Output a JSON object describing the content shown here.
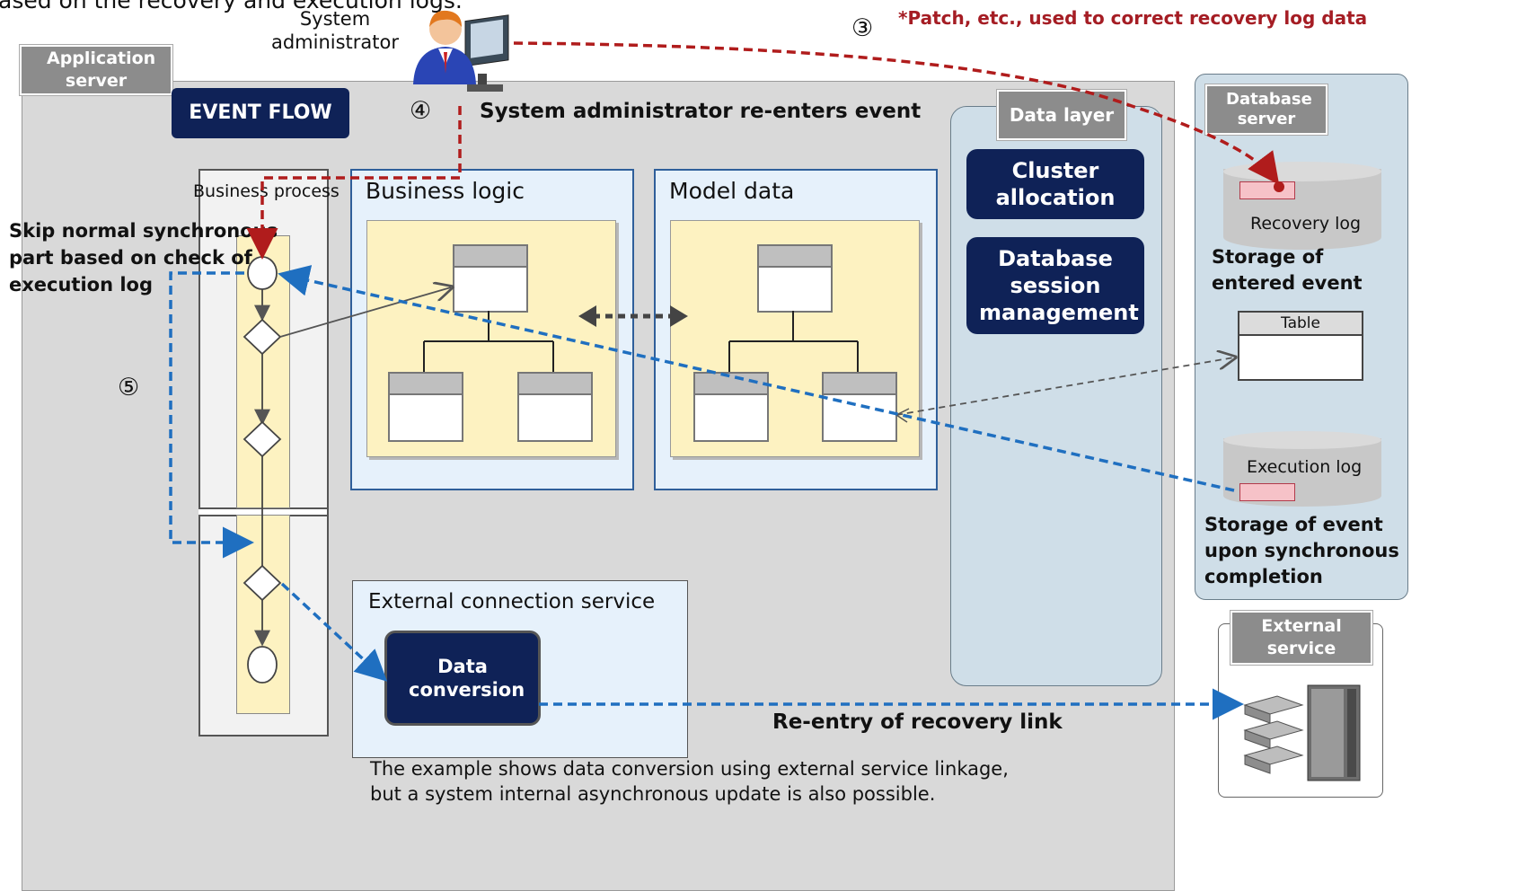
{
  "top_caption": "ased on the recovery and execution logs.",
  "application_server_label": "Application server",
  "event_flow_label": "EVENT FLOW",
  "system_admin_label": "System administrator",
  "step3_marker": "③",
  "step4_marker": "④",
  "step5_marker": "⑤",
  "patch_note": "*Patch, etc., used to correct recovery log data",
  "reenter_label": "System administrator re-enters event",
  "business_process_label": "Business process",
  "business_logic_label": "Business logic",
  "model_data_label": "Model data",
  "skip_label": "Skip normal synchronous part based on check of execution log",
  "data_layer_label": "Data layer",
  "cluster_allocation_label": "Cluster allocation",
  "db_session_label": "Database session management",
  "database_server_label": "Database server",
  "recovery_log_label": "Recovery log",
  "storage_entered_label": "Storage of entered event",
  "table_label": "Table",
  "execution_log_label": "Execution log",
  "storage_sync_label": "Storage of event upon synchronous completion",
  "external_connection_label": "External connection service",
  "data_conversion_label": "Data conversion",
  "reentry_link_label": "Re-entry of recovery link",
  "external_service_label": "External service",
  "footnote_line1": "The example shows data conversion using external service linkage,",
  "footnote_line2": "but a system internal asynchronous update is also possible.",
  "colors": {
    "navy": "#0f2257",
    "red_arrow": "#b01c1c",
    "blue_arrow": "#1f6fc0",
    "patch_text": "#a51d24"
  },
  "icons": [
    "administrator-icon",
    "server-rack-icon"
  ]
}
